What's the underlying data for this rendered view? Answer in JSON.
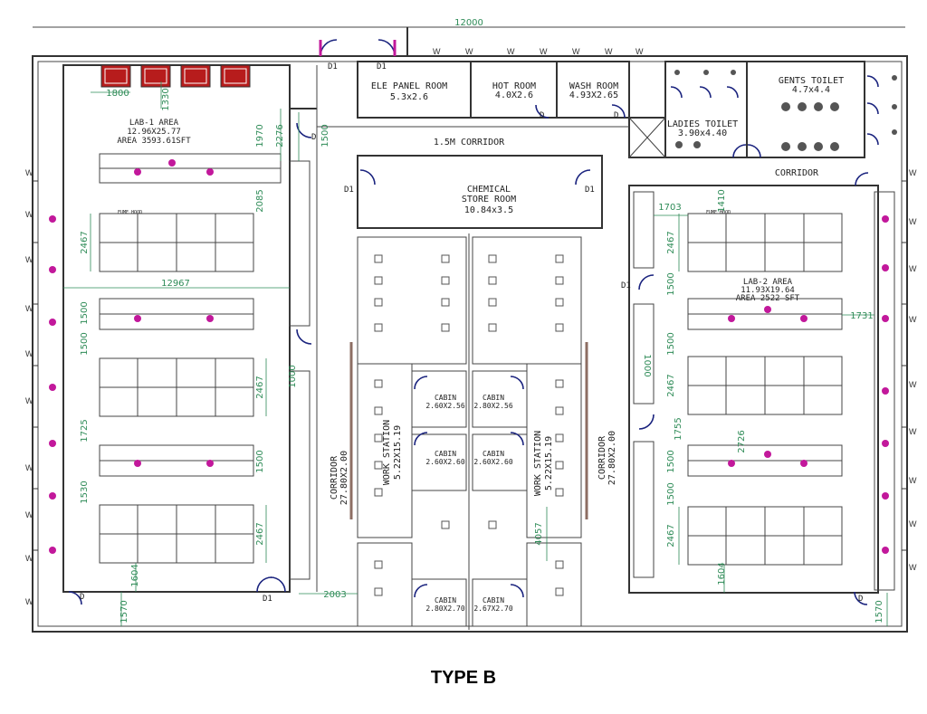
{
  "caption": "TYPE B",
  "rooms": {
    "lab1": {
      "name": "LAB-1 AREA",
      "size": "12.96X25.77",
      "area": "AREA 3593.61SFT"
    },
    "lab2": {
      "name": "LAB-2 AREA",
      "size": "11.93X19.64",
      "area": "AREA 2522 SFT"
    },
    "ele_panel": {
      "name": "ELE PANEL ROOM",
      "size": "5.3x2.6"
    },
    "hot_room": {
      "name": "HOT ROOM",
      "size": "4.0X2.6"
    },
    "wash_room": {
      "name": "WASH ROOM",
      "size": "4.93X2.65"
    },
    "gents_toilet": {
      "name": "GENTS TOILET",
      "size": "4.7x4.4"
    },
    "ladies_toilet": {
      "name": "LADIES TOILET",
      "size": "3.90x4.40"
    },
    "chemical_store": {
      "name": "CHEMICAL",
      "name2": "STORE ROOM",
      "size": "10.84x3.5"
    },
    "corridor_15m": "1.5M CORRIDOR",
    "corridor_right_top": "CORRIDOR",
    "corridor_left": {
      "name": "CORRIDOR",
      "size": "27.80X2.00"
    },
    "corridor_right": {
      "name": "CORRIDOR",
      "size": "27.80X2.00"
    },
    "work_station_left": {
      "name": "WORK STATION",
      "size": "5.22X15.19"
    },
    "work_station_right": {
      "name": "WORK STATION",
      "size": "5.22X15.19"
    },
    "cabins": [
      {
        "name": "CABIN",
        "size": "2.60X2.56"
      },
      {
        "name": "CABIN",
        "size": "2.80X2.56"
      },
      {
        "name": "CABIN",
        "size": "2.60X2.60"
      },
      {
        "name": "CABIN",
        "size": "2.60X2.60"
      },
      {
        "name": "CABIN",
        "size": "2.80X2.70"
      },
      {
        "name": "CABIN",
        "size": "2.67X2.70"
      }
    ]
  },
  "dimensions": {
    "d1800": "1800",
    "d1330": "1330",
    "d1970": "1970",
    "d2276": "2276",
    "d1500a": "1500",
    "d2085": "2085",
    "d2467a": "2467",
    "d12967": "12967",
    "d1500b": "1500",
    "d1500c": "1500",
    "d2467b": "2467",
    "d1000a": "1000",
    "d1725": "1725",
    "d1500d": "1500",
    "d1530": "1530",
    "d2467c": "2467",
    "d1604a": "1604",
    "d1570a": "1570",
    "d2003": "2003",
    "d4057": "4057",
    "d1703": "1703",
    "d1410": "1410",
    "d2467d": "2467",
    "d1500e": "1500",
    "d1731": "1731",
    "d1000b": "1000",
    "d1500f": "1500",
    "d2467e": "2467",
    "d1755": "1755",
    "d2726": "2726",
    "d1500g": "1500",
    "d1500h": "1500",
    "d2467f": "2467",
    "d1604b": "1604",
    "d1570b": "1570",
    "top": "12000"
  },
  "door_tags": {
    "d1": "D1",
    "d": "D"
  },
  "window_tag": "W",
  "fume_hood_tag": "FUME HOOD"
}
